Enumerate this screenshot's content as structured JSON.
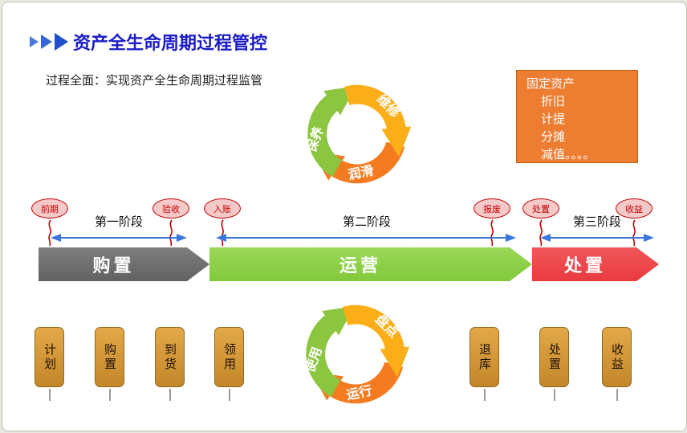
{
  "header": {
    "title": "资产全生命周期过程管控",
    "subtitle": "过程全面：实现资产全生命周期过程监管"
  },
  "info_box": {
    "title": "固定资产",
    "items": [
      "折旧",
      "计提",
      "分摊",
      "减值。。。。"
    ]
  },
  "maintenance_cycle": {
    "labels": [
      "保养",
      "维修",
      "润滑"
    ]
  },
  "usage_cycle": {
    "labels": [
      "使用",
      "盘点",
      "运行"
    ]
  },
  "stages": [
    {
      "label": "第一阶段"
    },
    {
      "label": "第二阶段"
    },
    {
      "label": "第三阶段"
    }
  ],
  "phase_arrows": [
    {
      "label": "购置"
    },
    {
      "label": "运营"
    },
    {
      "label": "处置"
    }
  ],
  "milestones": [
    {
      "label": "前期"
    },
    {
      "label": "验收"
    },
    {
      "label": "入账"
    },
    {
      "label": "报废"
    },
    {
      "label": "处置"
    },
    {
      "label": "收益"
    }
  ],
  "process_steps": [
    {
      "label": "计划"
    },
    {
      "label": "购置"
    },
    {
      "label": "到货"
    },
    {
      "label": "领用"
    },
    {
      "label": "退库"
    },
    {
      "label": "处置"
    },
    {
      "label": "收益"
    }
  ],
  "colors": {
    "title_blue": "#1b1bc8",
    "phase_gray": "#6f6f6f",
    "phase_green": "#8dd04a",
    "phase_red": "#ef4347",
    "milestone_red": "#c00000",
    "info_orange": "#ed7d31",
    "step_gold": "#d29a3c",
    "cycle_green": "#8cc540",
    "cycle_yellow": "#fbae17",
    "cycle_orange": "#f47b20",
    "stage_arrow_blue": "#3b76db"
  }
}
